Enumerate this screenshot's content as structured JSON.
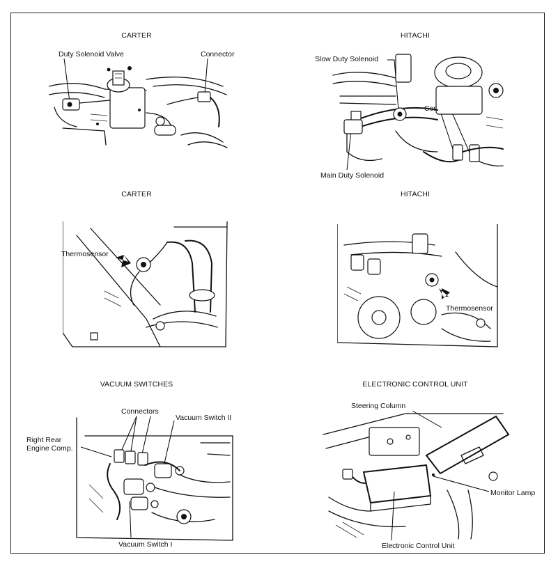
{
  "panels": [
    {
      "title": "CARTER",
      "callouts": [
        "Duty Solenoid Valve",
        "Connector"
      ]
    },
    {
      "title": "HITACHI",
      "callouts": [
        "Slow Duty Solenoid",
        "Connectors",
        "Main Duty Solenoid"
      ]
    },
    {
      "title": "CARTER",
      "callouts": [
        "Thermosensor"
      ]
    },
    {
      "title": "HITACHI",
      "callouts": [
        "Thermosensor"
      ]
    },
    {
      "title": "VACUUM SWITCHES",
      "callouts": [
        "Connectors",
        "Vacuum Switch II",
        "Right Rear",
        "Engine Comp.",
        "Vacuum Switch I"
      ]
    },
    {
      "title": "ELECTRONIC CONTROL UNIT",
      "callouts": [
        "Steering Column",
        "Monitor Lamp",
        "Electronic Control Unit"
      ]
    }
  ]
}
